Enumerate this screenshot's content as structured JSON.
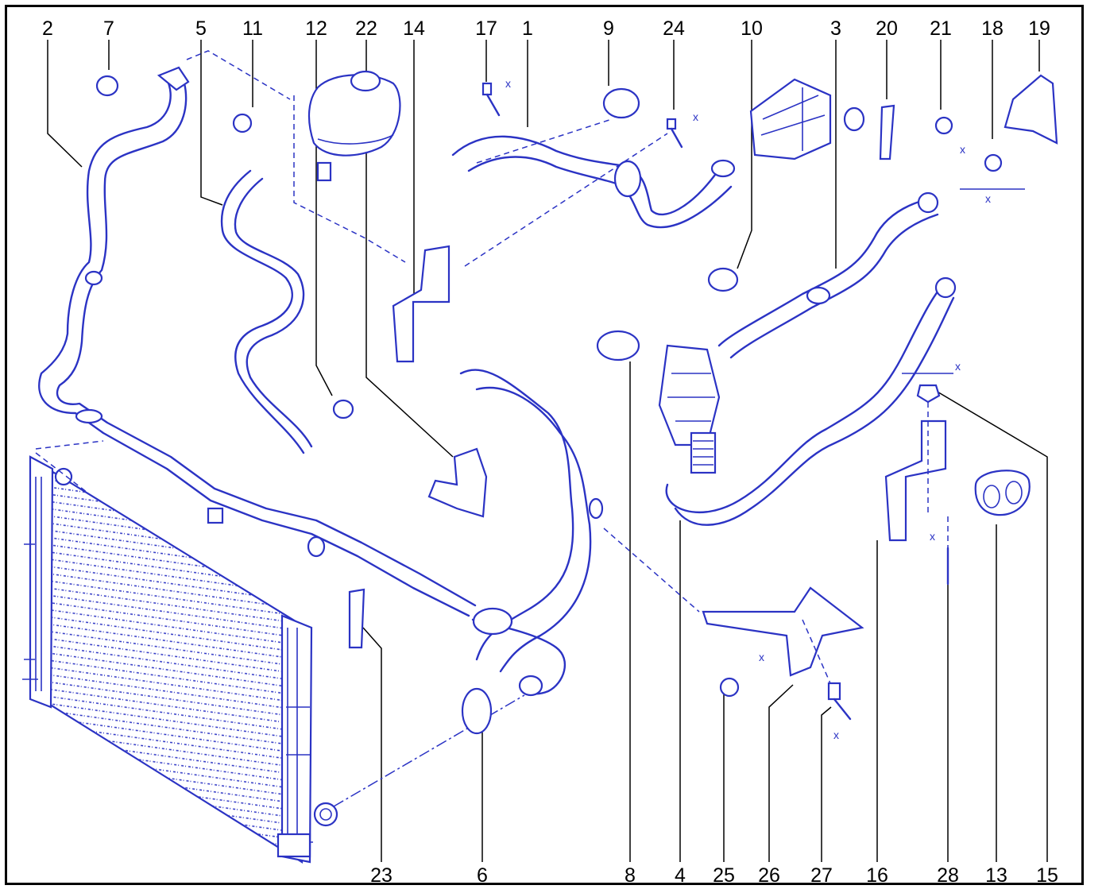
{
  "callouts": {
    "top": [
      "2",
      "7",
      "5",
      "11",
      "12",
      "22",
      "14",
      "17",
      "1",
      "9",
      "24",
      "10",
      "3",
      "20",
      "21",
      "18",
      "19"
    ],
    "bottom": [
      "23",
      "6",
      "8",
      "4",
      "25",
      "26",
      "27",
      "16",
      "28",
      "13",
      "15"
    ]
  },
  "dimension_marks": {
    "x": "x"
  },
  "colors": {
    "line_art": "#2b33c4",
    "leaders": "#000000",
    "frame": "#000000"
  }
}
